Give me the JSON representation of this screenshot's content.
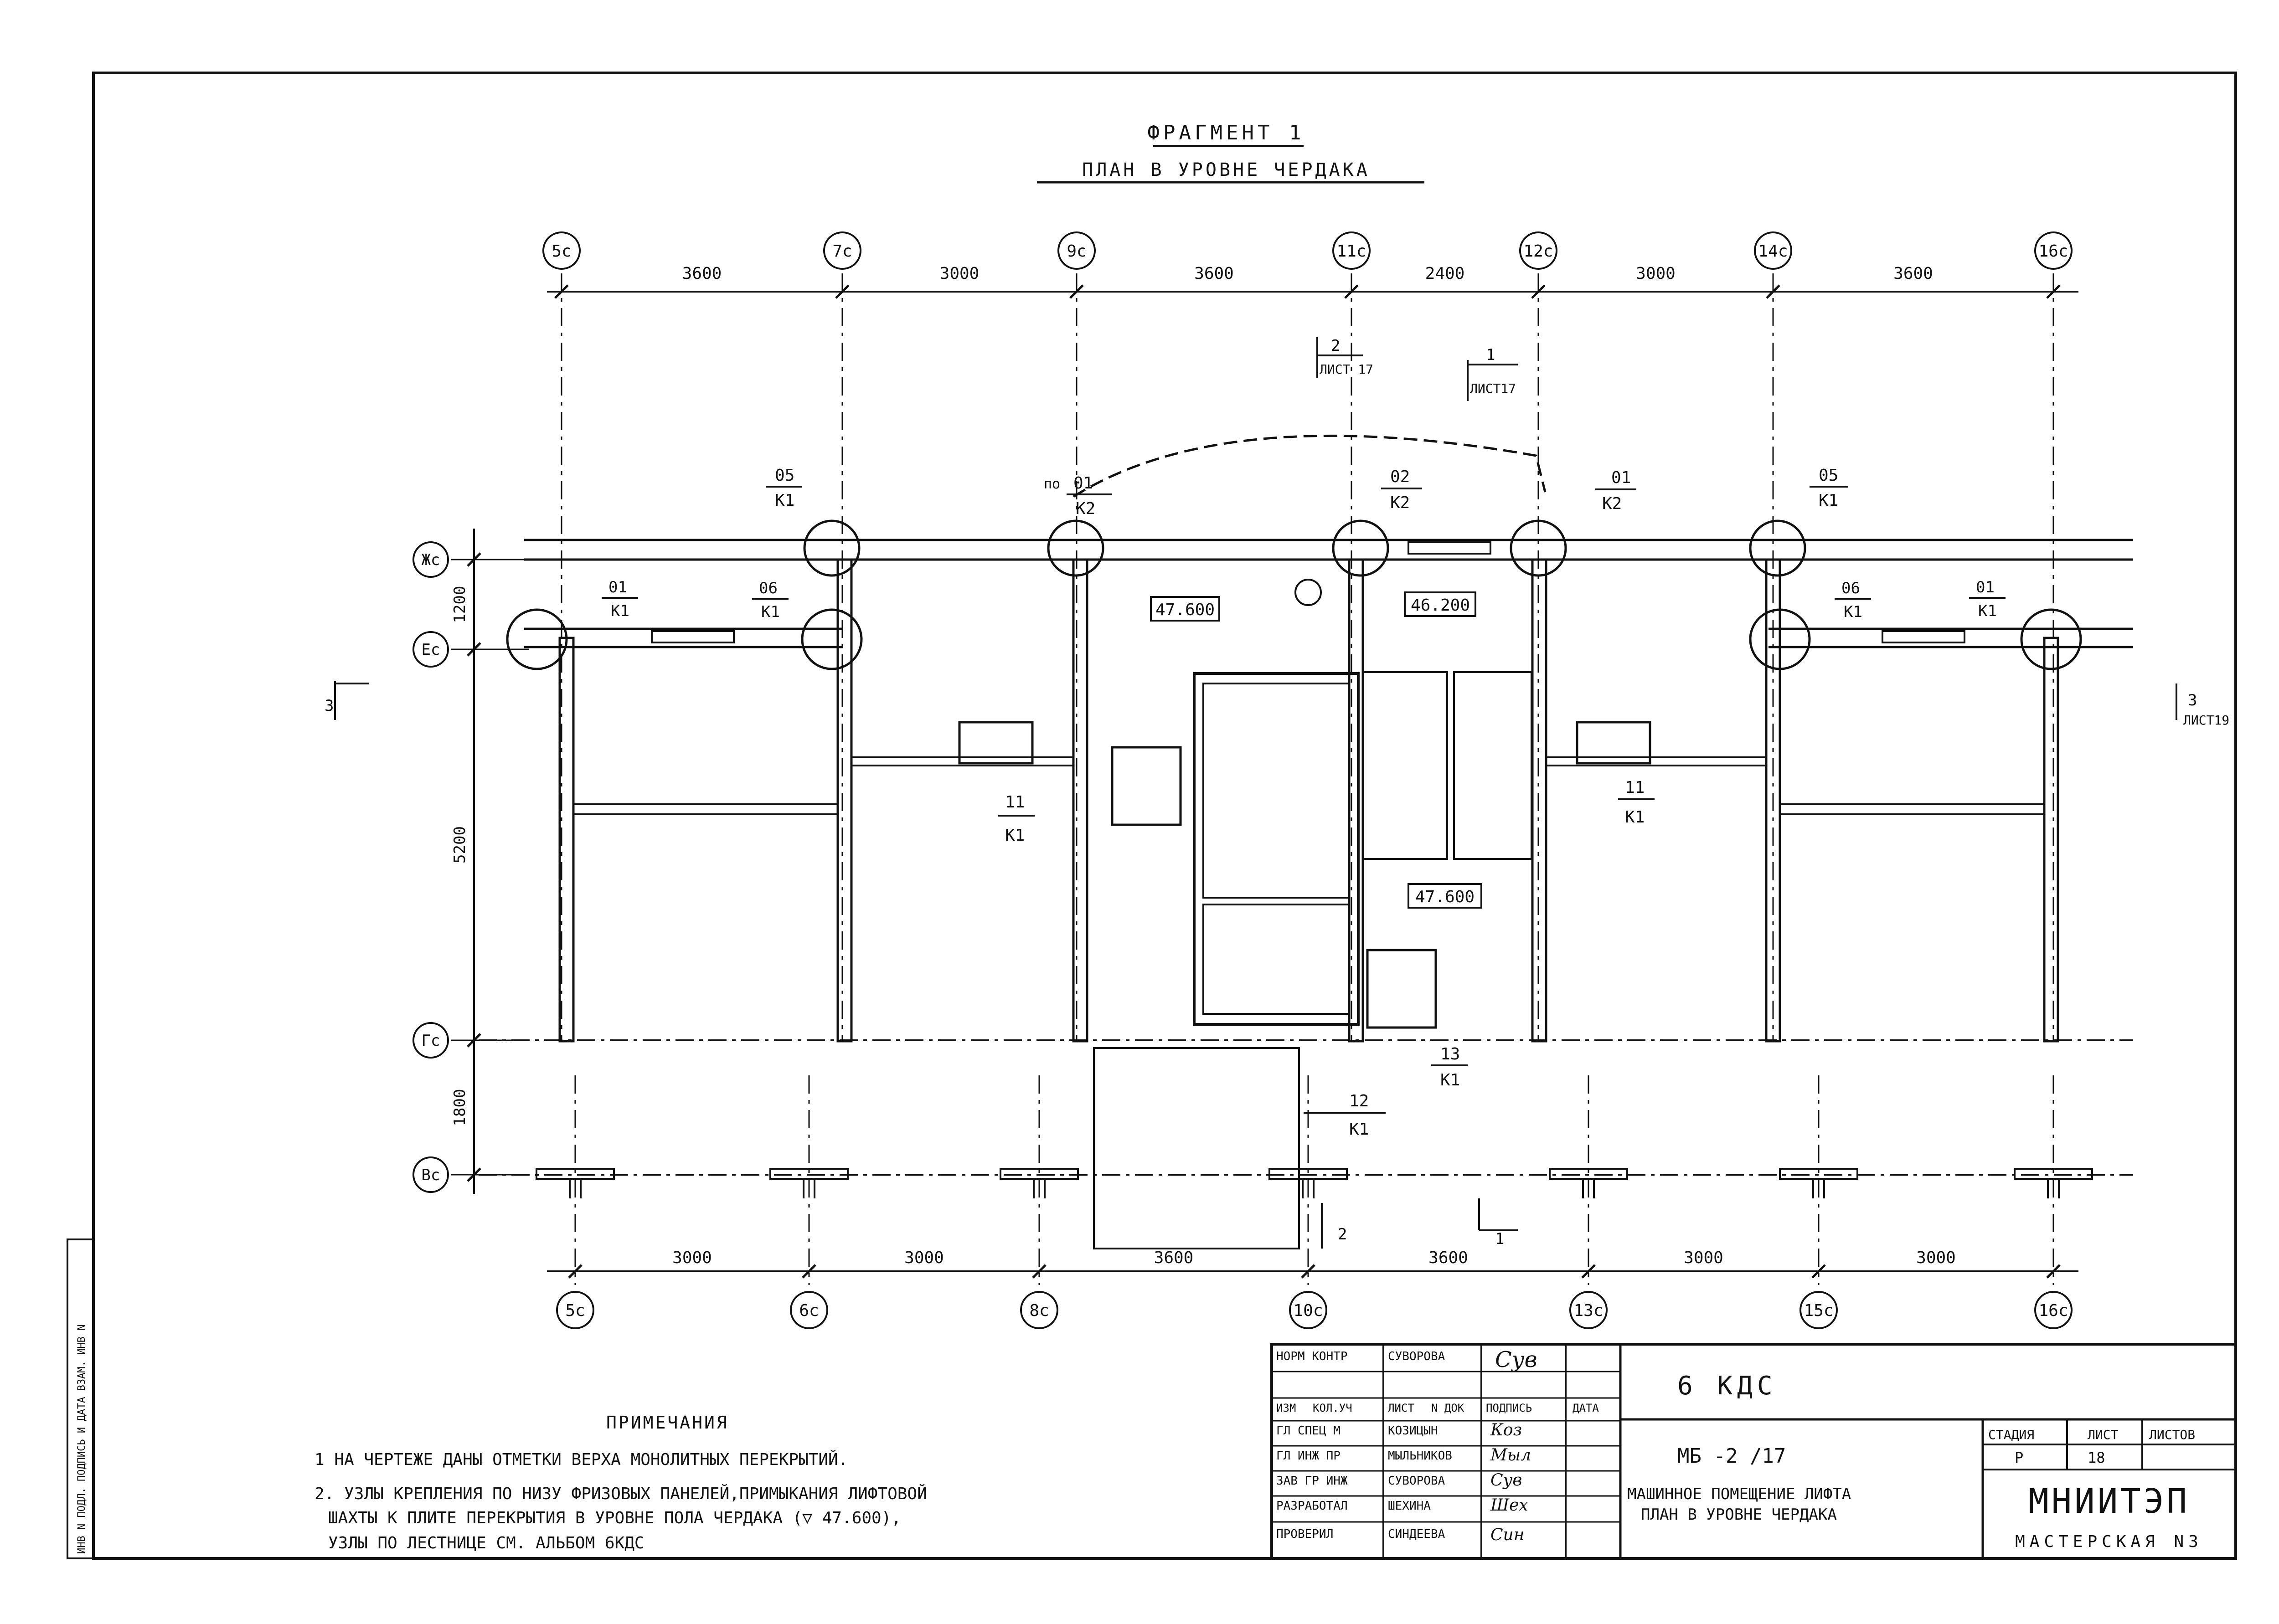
{
  "title": {
    "fragment": "ФРАГМЕНТ 1",
    "subtitle": "ПЛАН В УРОВНЕ ЧЕРДАКА"
  },
  "axes": {
    "top": [
      "5c",
      "7c",
      "9c",
      "11c",
      "12c",
      "14c",
      "16c"
    ],
    "bottom": [
      "5c",
      "6c",
      "8c",
      "10c",
      "13c",
      "15c",
      "16c"
    ],
    "left": [
      "Жc",
      "Еc",
      "Гc",
      "Вc"
    ]
  },
  "dimensions": {
    "top": [
      "3600",
      "3000",
      "3600",
      "2400",
      "3000",
      "3600"
    ],
    "bottom": [
      "3000",
      "3000",
      "3600",
      "3600",
      "3000",
      "3000"
    ],
    "left": [
      "1200",
      "5200",
      "1800"
    ]
  },
  "elevations": [
    "47.600",
    "46.200",
    "47.600"
  ],
  "node_marks": [
    {
      "num": "05",
      "ref": "К1"
    },
    {
      "num": "01",
      "ref": "К2",
      "prefix": "по"
    },
    {
      "num": "02",
      "ref": "К2"
    },
    {
      "num": "01",
      "ref": "К2"
    },
    {
      "num": "05",
      "ref": "К1"
    },
    {
      "num": "01",
      "ref": "К1"
    },
    {
      "num": "06",
      "ref": "К1"
    },
    {
      "num": "06",
      "ref": "К1"
    },
    {
      "num": "01",
      "ref": "К1"
    },
    {
      "num": "11",
      "ref": "К1"
    },
    {
      "num": "11",
      "ref": "К1"
    },
    {
      "num": "13",
      "ref": "К1"
    },
    {
      "num": "12",
      "ref": "К1"
    }
  ],
  "section_marks": [
    {
      "num": "2",
      "sheet": "ЛИСТ 17"
    },
    {
      "num": "1",
      "sheet": "ЛИСТ17"
    },
    {
      "num": "3",
      "sheet": ""
    },
    {
      "num": "3",
      "sheet": "ЛИСТ19"
    },
    {
      "num": "2",
      "sheet": ""
    },
    {
      "num": "1",
      "sheet": ""
    }
  ],
  "notes": {
    "heading": "ПРИМЕЧАНИЯ",
    "items": [
      "1 НА ЧЕРТЕЖЕ ДАНЫ ОТМЕТКИ ВЕРХА МОНОЛИТНЫХ ПЕРЕКРЫТИЙ.",
      "2. УЗЛЫ КРЕПЛЕНИЯ ПО НИЗУ ФРИЗОВЫХ ПАНЕЛЕЙ,ПРИМЫКАНИЯ ЛИФТОВОЙ",
      "ШАХТЫ К ПЛИТЕ ПЕРЕКРЫТИЯ В УРОВНЕ ПОЛА ЧЕРДАКА (▽ 47.600),",
      "УЗЛЫ ПО ЛЕСТНИЦЕ СМ. АЛЬБОМ 6КДС"
    ]
  },
  "side_stamp": "ИНВ N ПОДЛ.   ПОДПИСЬ И ДАТА   ВЗАМ. ИНВ N",
  "title_block": {
    "signatures": [
      {
        "role": "НОРМ КОНТР",
        "name": "СУВОРОВА",
        "sign": "Сув"
      },
      {
        "role": "ГЛ СПЕЦ М",
        "name": "КОЗИЦЫН",
        "sign": "Коз"
      },
      {
        "role": "ГЛ ИНЖ ПР",
        "name": "МЫЛЬНИКОВ",
        "sign": "Мыл"
      },
      {
        "role": "ЗАВ ГР ИНЖ",
        "name": "СУВОРОВА",
        "sign": "Сув"
      },
      {
        "role": "РАЗРАБОТАЛ",
        "name": "ШЕХИНА",
        "sign": "Шех"
      },
      {
        "role": "ПРОВЕРИЛ",
        "name": "СИНДЕЕВА",
        "sign": "Син"
      }
    ],
    "header_cols": [
      "ИЗМ",
      "КОЛ.УЧ",
      "ЛИСТ",
      "N ДОК",
      "ПОДПИСЬ",
      "ДАТА"
    ],
    "project": "6 КДС",
    "doc_code": "МБ -2 /17",
    "sheet_title_1": "МАШИННОЕ ПОМЕЩЕНИЕ ЛИФТА",
    "sheet_title_2": "ПЛАН В УРОВНЕ ЧЕРДАКА",
    "stage_label": "СТАДИЯ",
    "sheet_label": "ЛИСТ",
    "sheets_label": "ЛИСТОВ",
    "stage": "Р",
    "sheet": "18",
    "sheets": "",
    "org": "МНИИТЭП",
    "workshop": "МАСТЕРСКАЯ N3"
  }
}
